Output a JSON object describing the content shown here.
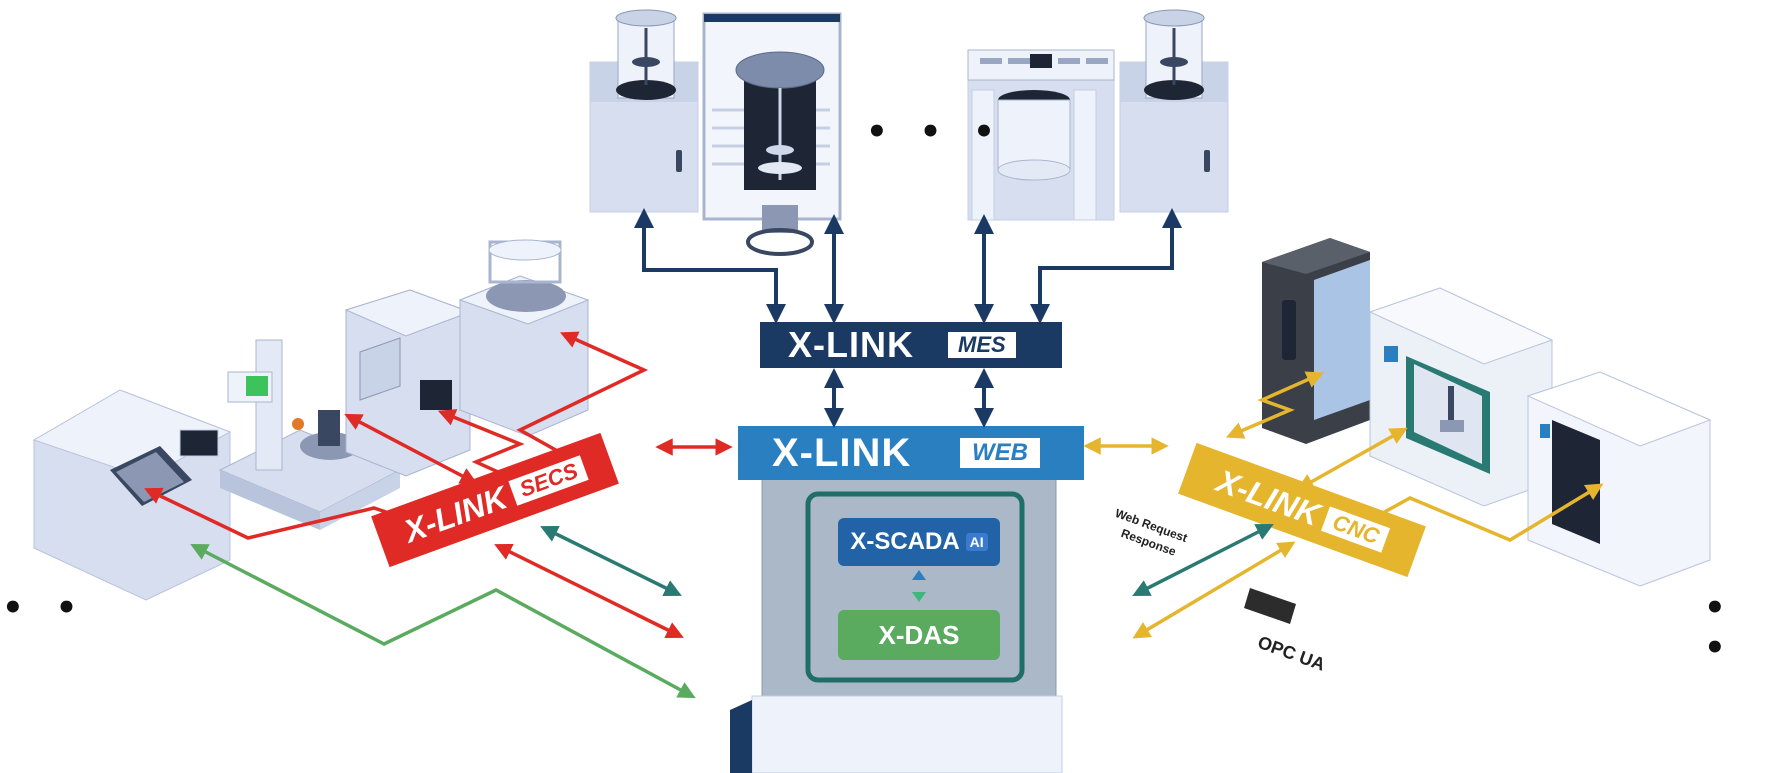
{
  "banners": {
    "mes": {
      "main": "X-LINK",
      "tag": "MES"
    },
    "web": {
      "main": "X-LINK",
      "tag": "WEB"
    },
    "secs": {
      "main": "X-LINK",
      "tag": "SECS"
    },
    "cnc": {
      "main": "X-LINK",
      "tag": "CNC"
    }
  },
  "server": {
    "scada": {
      "main": "X-SCADA",
      "tag": "AI"
    },
    "das": {
      "main": "X-DAS"
    }
  },
  "notes": {
    "web_request": "Web Request",
    "response": "Response",
    "opc": "OPC UA"
  },
  "ellipsis": {
    "top": "• • •",
    "left": "• •",
    "right": "• •"
  },
  "colors": {
    "navy": "#1b3a63",
    "blue": "#2a7fc0",
    "red": "#e02a25",
    "gold": "#e5b52d",
    "teal": "#2a7a74",
    "green": "#5aab5f",
    "machine": "#d6deef"
  },
  "icons": [
    "industrial-machine-icon",
    "cnc-machine-icon",
    "reactor-vessel-icon",
    "server-cabinet-icon"
  ]
}
